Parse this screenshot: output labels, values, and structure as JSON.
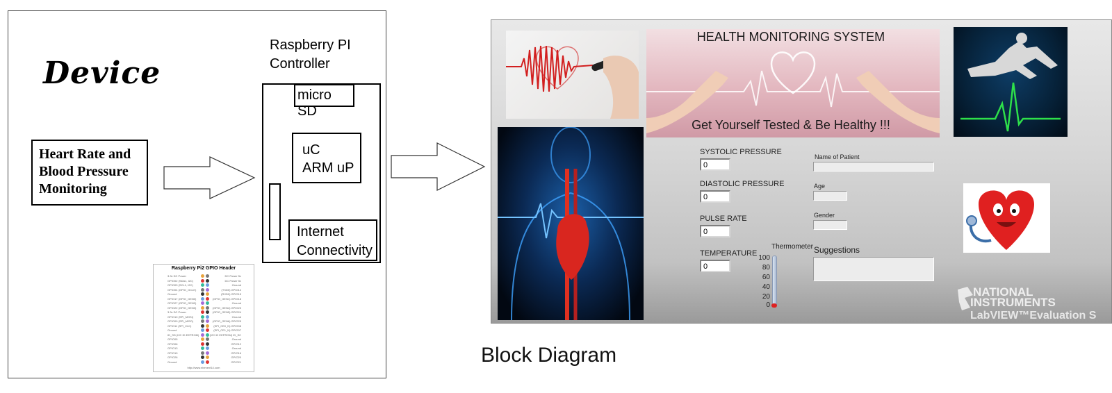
{
  "device": {
    "title": "Device",
    "monitor_lines": [
      "Heart Rate and",
      "Blood Pressure",
      "Monitoring"
    ],
    "controller_lines": [
      "Raspberry PI",
      "Controller"
    ],
    "micro_sd": "micro SD",
    "uc_lines": [
      "uC",
      "ARM uP"
    ],
    "internet_lines": [
      "Internet",
      "Connectivity"
    ],
    "gpio": {
      "title": "Raspberry Pi2 GPIO Header",
      "rows": [
        [
          "3.3v DC Power",
          "DC Power 5v"
        ],
        [
          "GPIO02 (SDA1, I2C)",
          "DC Power 5v"
        ],
        [
          "GPIO03 (SCL1, I2C)",
          "Ground"
        ],
        [
          "GPIO04 (GPIO_GCLK)",
          "(TXD0) GPIO14"
        ],
        [
          "Ground",
          "(RXD0) GPIO15"
        ],
        [
          "GPIO17 (GPIO_GEN0)",
          "(GPIO_GEN1) GPIO18"
        ],
        [
          "GPIO27 (GPIO_GEN2)",
          "Ground"
        ],
        [
          "GPIO22 (GPIO_GEN3)",
          "(GPIO_GEN4) GPIO23"
        ],
        [
          "3.3v DC Power",
          "(GPIO_GEN5) GPIO24"
        ],
        [
          "GPIO10 (SPI_MOSI)",
          "Ground"
        ],
        [
          "GPIO09 (SPI_MISO)",
          "(GPIO_GEN6) GPIO25"
        ],
        [
          "GPIO11 (SPI_CLK)",
          "(SPI_CE0_N) GPIO08"
        ],
        [
          "Ground",
          "(SPI_CE1_N) GPIO07"
        ],
        [
          "ID_SD (I2C ID EEPROM)",
          "(I2C ID EEPROM) ID_SC"
        ],
        [
          "GPIO05",
          "Ground"
        ],
        [
          "GPIO06",
          "GPIO12"
        ],
        [
          "GPIO13",
          "Ground"
        ],
        [
          "GPIO19",
          "GPIO16"
        ],
        [
          "GPIO26",
          "GPIO20"
        ],
        [
          "Ground",
          "GPIO21"
        ]
      ],
      "footer": "http://www.element14.com"
    }
  },
  "labview": {
    "banner_title": "HEALTH MONITORING SYSTEM",
    "banner_subtitle": "Get Yourself Tested & Be Healthy !!!",
    "fields": [
      {
        "label": "SYSTOLIC PRESSURE",
        "value": "0"
      },
      {
        "label": "DIASTOLIC PRESSURE",
        "value": "0"
      },
      {
        "label": "PULSE RATE",
        "value": "0"
      },
      {
        "label": "TEMPERATURE",
        "value": "0"
      }
    ],
    "thermometer": {
      "label": "Thermometer",
      "ticks": [
        "100",
        "80",
        "60",
        "40",
        "20",
        "0"
      ],
      "value": 0
    },
    "name_label": "Name of Patient",
    "age_label": "Age",
    "gender_label": "Gender",
    "suggestions_label": "Suggestions",
    "ni_logo": [
      "NATIONAL",
      "INSTRUMENTS",
      "LabVIEW™Evaluation S"
    ]
  },
  "caption": "Block Diagram",
  "colors": {
    "heart_red": "#e02020",
    "ecg_green": "#2ee04a",
    "xray_blue": "#2a8fe8"
  }
}
